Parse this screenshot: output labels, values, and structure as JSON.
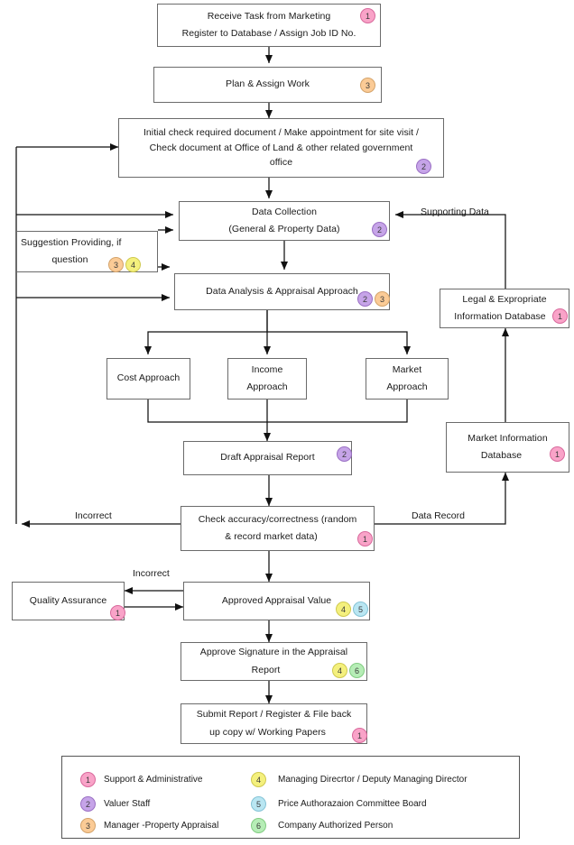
{
  "diagram": {
    "title": "Property Appraisal Workflow Flowchart",
    "nodes": [
      {
        "id": "receive",
        "lines": [
          "Receive Task from Marketing",
          "Register to Database / Assign Job ID No."
        ],
        "badges": [
          "1"
        ]
      },
      {
        "id": "plan",
        "lines": [
          "Plan & Assign Work"
        ],
        "badges": [
          "3"
        ]
      },
      {
        "id": "initial",
        "lines": [
          "Initial check required document / Make appointment for site visit /",
          "Check document at Office of Land & other related government",
          "office"
        ],
        "badges": [
          "2"
        ]
      },
      {
        "id": "collect",
        "lines": [
          "Data Collection",
          "(General & Property Data)"
        ],
        "badges": [
          "2"
        ]
      },
      {
        "id": "suggest",
        "lines": [
          "Suggestion Providing, if",
          "question"
        ],
        "badges": [
          "3",
          "4"
        ]
      },
      {
        "id": "analysis",
        "lines": [
          "Data Analysis & Appraisal Approach"
        ],
        "badges": [
          "2",
          "3"
        ]
      },
      {
        "id": "legaldb",
        "lines": [
          "Legal & Expropriate",
          "Information Database"
        ],
        "badges": [
          "1"
        ]
      },
      {
        "id": "cost",
        "lines": [
          "Cost Approach"
        ],
        "badges": []
      },
      {
        "id": "income",
        "lines": [
          "Income",
          "Approach"
        ],
        "badges": []
      },
      {
        "id": "market",
        "lines": [
          "Market",
          "Approach"
        ],
        "badges": []
      },
      {
        "id": "marketdb",
        "lines": [
          "Market Information",
          "Database"
        ],
        "badges": [
          "1"
        ]
      },
      {
        "id": "draft",
        "lines": [
          "Draft Appraisal Report"
        ],
        "badges": [
          "2"
        ]
      },
      {
        "id": "check",
        "lines": [
          "Check accuracy/correctness (random",
          "& record market data)"
        ],
        "badges": [
          "1"
        ]
      },
      {
        "id": "qa",
        "lines": [
          "Quality Assurance"
        ],
        "badges": [
          "1"
        ]
      },
      {
        "id": "approved",
        "lines": [
          "Approved Appraisal Value"
        ],
        "badges": [
          "4",
          "5"
        ]
      },
      {
        "id": "signature",
        "lines": [
          "Approve Signature in  the Appraisal",
          "Report"
        ],
        "badges": [
          "4",
          "6"
        ]
      },
      {
        "id": "submit",
        "lines": [
          "Submit Report / Register & File back",
          "up copy w/ Working Papers"
        ],
        "badges": [
          "1"
        ]
      }
    ],
    "edge_labels": [
      {
        "id": "supporting",
        "text": "Supporting Data"
      },
      {
        "id": "incorrect-1",
        "text": "Incorrect"
      },
      {
        "id": "data-record",
        "text": "Data Record"
      },
      {
        "id": "incorrect-2",
        "text": "Incorrect"
      }
    ]
  },
  "legend": {
    "entries": [
      {
        "num": "1",
        "label": "Support & Administrative",
        "color": "#f9a3c8"
      },
      {
        "num": "2",
        "label": "Valuer Staff",
        "color": "#c6a4e8"
      },
      {
        "num": "3",
        "label": "Manager -Property Appraisal",
        "color": "#fbcb96"
      },
      {
        "num": "4",
        "label": "Managing Direcrtor / Deputy Managing Director",
        "color": "#f4f07d"
      },
      {
        "num": "5",
        "label": "Price Authorazaion Committee Board",
        "color": "#b9e6f2"
      },
      {
        "num": "6",
        "label": "Company Authorized Person",
        "color": "#b6edb6"
      }
    ]
  }
}
